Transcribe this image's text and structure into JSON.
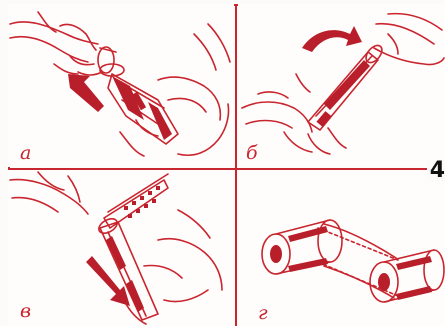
{
  "figure": {
    "number": "4",
    "panels": [
      {
        "id": "a",
        "letter": "а"
      },
      {
        "id": "b",
        "letter": "б"
      },
      {
        "id": "v",
        "letter": "в"
      },
      {
        "id": "g",
        "letter": "г"
      }
    ]
  },
  "colors": {
    "line": "#c9252e",
    "fill": "#b81f2a",
    "background": "#fffdfc",
    "number": "#111111"
  }
}
